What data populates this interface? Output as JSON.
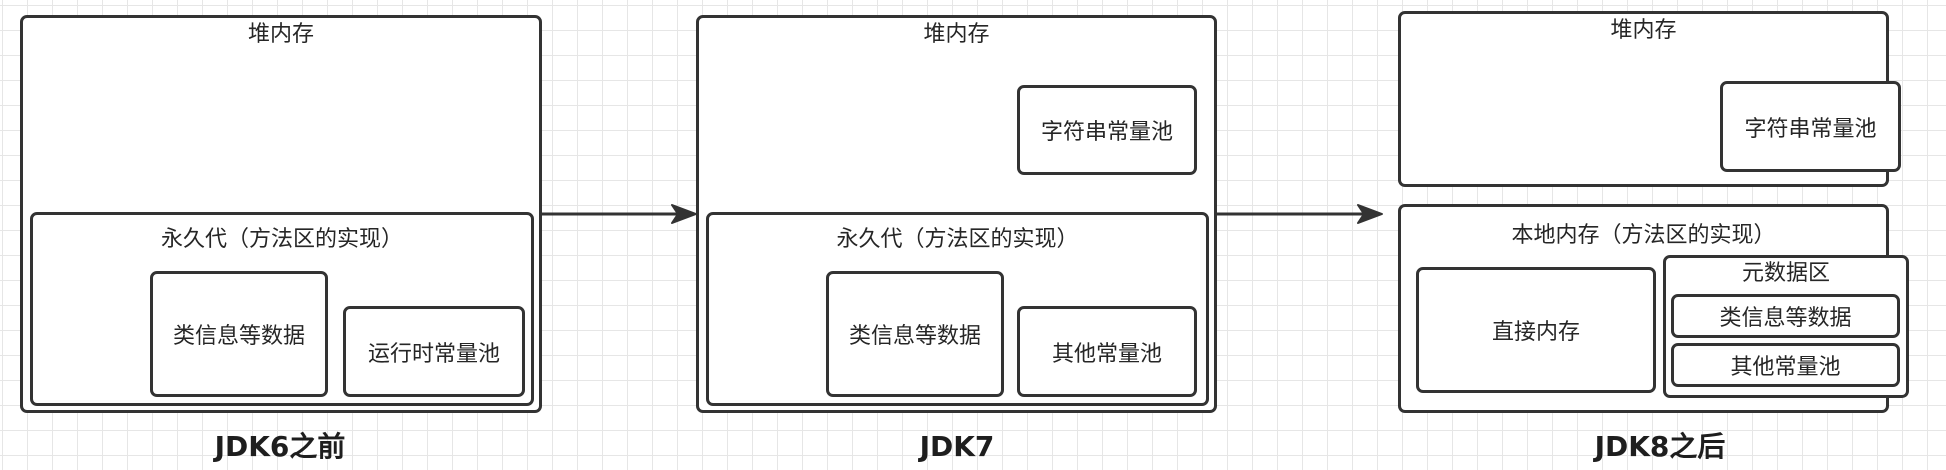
{
  "jdk6": {
    "heap_label": "堆内存",
    "permgen_label": "永久代（方法区的实现）",
    "class_info_label": "类信息等数据",
    "runtime_pool_label": "运行时常量池",
    "caption": "JDK6之前"
  },
  "jdk7": {
    "heap_label": "堆内存",
    "string_pool_label": "字符串常量池",
    "permgen_label": "永久代（方法区的实现）",
    "class_info_label": "类信息等数据",
    "other_pool_label": "其他常量池",
    "caption": "JDK7"
  },
  "jdk8": {
    "heap_label": "堆内存",
    "string_pool_label": "字符串常量池",
    "native_memory_label": "本地内存（方法区的实现）",
    "direct_memory_label": "直接内存",
    "metaspace_label": "元数据区",
    "class_info_label": "类信息等数据",
    "other_pool_label": "其他常量池",
    "caption": "JDK8之后"
  },
  "colors": {
    "stroke": "#333333",
    "grid": "#e6e6e6",
    "background": "#ffffff"
  }
}
